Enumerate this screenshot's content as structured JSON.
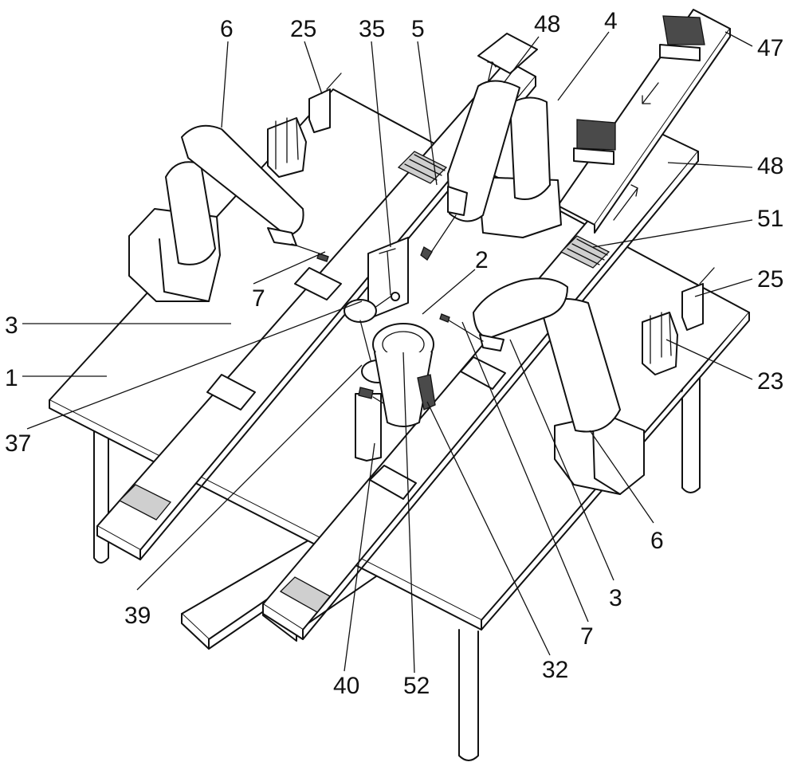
{
  "figure": {
    "callouts": [
      {
        "id": "c-6a",
        "text": "6"
      },
      {
        "id": "c-25a",
        "text": "25"
      },
      {
        "id": "c-35",
        "text": "35"
      },
      {
        "id": "c-5",
        "text": "5"
      },
      {
        "id": "c-48a",
        "text": "48"
      },
      {
        "id": "c-4",
        "text": "4"
      },
      {
        "id": "c-47",
        "text": "47"
      },
      {
        "id": "c-48b",
        "text": "48"
      },
      {
        "id": "c-51",
        "text": "51"
      },
      {
        "id": "c-25b",
        "text": "25"
      },
      {
        "id": "c-23",
        "text": "23"
      },
      {
        "id": "c-7a",
        "text": "7"
      },
      {
        "id": "c-2",
        "text": "2"
      },
      {
        "id": "c-3a",
        "text": "3"
      },
      {
        "id": "c-1",
        "text": "1"
      },
      {
        "id": "c-37",
        "text": "37"
      },
      {
        "id": "c-6b",
        "text": "6"
      },
      {
        "id": "c-39",
        "text": "39"
      },
      {
        "id": "c-3b",
        "text": "3"
      },
      {
        "id": "c-7b",
        "text": "7"
      },
      {
        "id": "c-40",
        "text": "40"
      },
      {
        "id": "c-52",
        "text": "52"
      },
      {
        "id": "c-32",
        "text": "32"
      }
    ]
  }
}
